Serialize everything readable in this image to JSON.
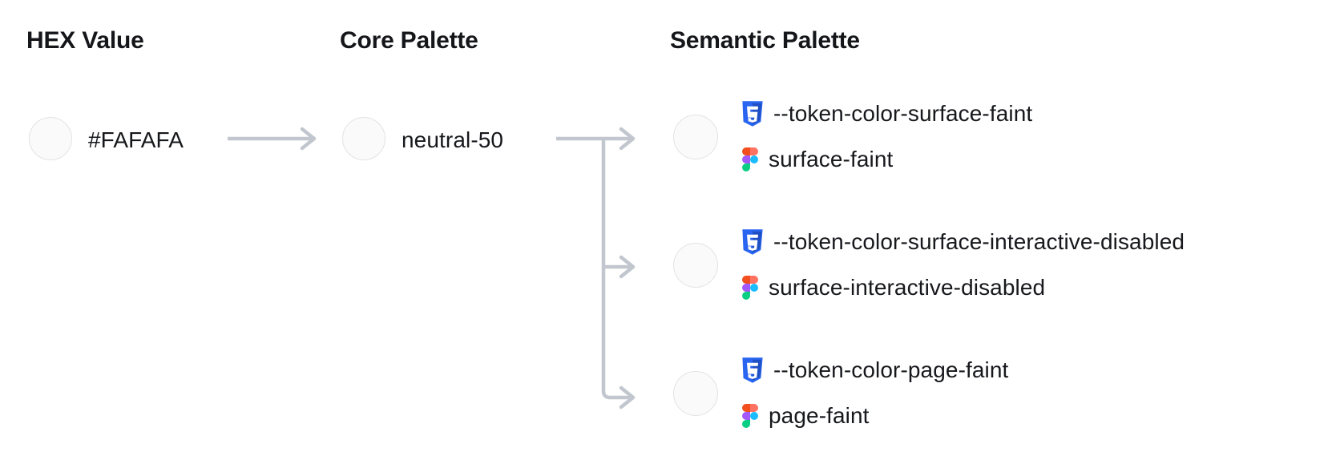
{
  "headers": {
    "hex": "HEX Value",
    "core": "Core Palette",
    "semantic": "Semantic Palette"
  },
  "hex": {
    "value": "#FAFAFA",
    "swatch_color": "#FAFAFA"
  },
  "core": {
    "value": "neutral-50",
    "swatch_color": "#FAFAFA"
  },
  "semantic": {
    "groups": [
      {
        "swatch_color": "#FAFAFA",
        "css_token": "--token-color-surface-faint",
        "figma_token": "surface-faint"
      },
      {
        "swatch_color": "#FAFAFA",
        "css_token": "--token-color-surface-interactive-disabled",
        "figma_token": "surface-interactive-disabled"
      },
      {
        "swatch_color": "#FAFAFA",
        "css_token": "--token-color-page-faint",
        "figma_token": "page-faint"
      }
    ]
  },
  "icons": {
    "css": "css3-shield-icon",
    "figma": "figma-logo-icon",
    "arrow": "arrow-right-icon"
  },
  "colors": {
    "connector": "#C2C6CE",
    "swatch_border": "#E2E3E7",
    "text": "#17181C",
    "heading": "#15161A",
    "css_blue": "#2965F1",
    "css_blue_dark": "#1F4FC4",
    "figma_orange": "#F24E1E",
    "figma_salmon": "#FF7262",
    "figma_purple": "#A259FF",
    "figma_blue": "#1ABCFE",
    "figma_green": "#0ACF83"
  }
}
